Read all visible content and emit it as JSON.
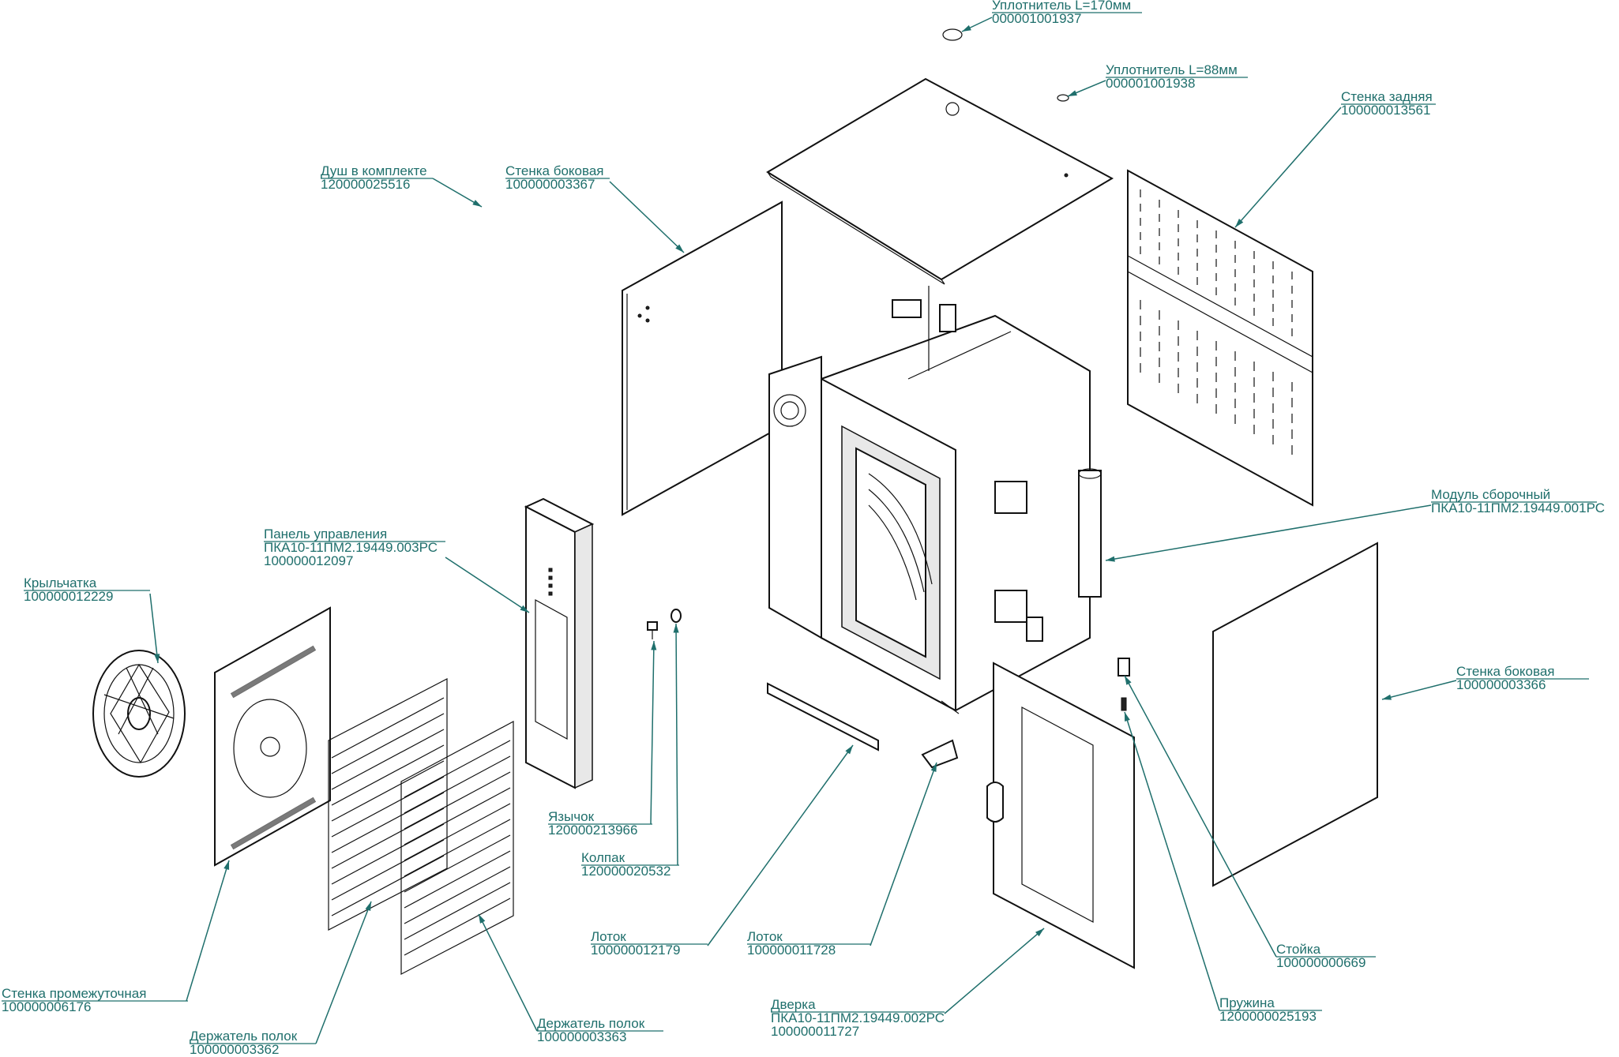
{
  "callouts": [
    {
      "id": "seal-170",
      "lines": [
        "Уплотнитель L=170мм",
        "000001001937"
      ]
    },
    {
      "id": "seal-88",
      "lines": [
        "Уплотнитель L=88мм",
        "000001001938"
      ]
    },
    {
      "id": "wall-back",
      "lines": [
        "Стенка задняя",
        "100000013561"
      ]
    },
    {
      "id": "shower",
      "lines": [
        "Душ в комплекте",
        "120000025516"
      ]
    },
    {
      "id": "wall-side-left",
      "lines": [
        "Стенка боковая",
        "100000003367"
      ]
    },
    {
      "id": "assembly-module",
      "lines": [
        "Модуль сборочный",
        "ПКА10-11ПМ2.19449.001РС"
      ]
    },
    {
      "id": "control-panel",
      "lines": [
        "Панель управления",
        "ПКА10-11ПМ2.19449.003РС",
        "100000012097"
      ]
    },
    {
      "id": "impeller",
      "lines": [
        "Крыльчатка",
        "100000012229"
      ]
    },
    {
      "id": "wall-side-right",
      "lines": [
        "Стенка боковая",
        "100000003366"
      ]
    },
    {
      "id": "tongue",
      "lines": [
        "Язычок",
        "120000213966"
      ]
    },
    {
      "id": "cap",
      "lines": [
        "Колпак",
        "120000020532"
      ]
    },
    {
      "id": "tray-1",
      "lines": [
        "Лоток",
        "100000012179"
      ]
    },
    {
      "id": "tray-2",
      "lines": [
        "Лоток",
        "100000011728"
      ]
    },
    {
      "id": "rack",
      "lines": [
        "Стойка",
        "100000000669"
      ]
    },
    {
      "id": "wall-intermediate",
      "lines": [
        "Стенка промежуточная",
        "100000006176"
      ]
    },
    {
      "id": "door",
      "lines": [
        "Дверка",
        "ПКА10-11ПМ2.19449.002РС",
        "100000011727"
      ]
    },
    {
      "id": "spring",
      "lines": [
        "Пружина",
        "1200000025193"
      ]
    },
    {
      "id": "shelf-holder-1",
      "lines": [
        "Держатель полок",
        "100000003362"
      ]
    },
    {
      "id": "shelf-holder-2",
      "lines": [
        "Держатель полок",
        "100000003363"
      ]
    }
  ],
  "colors": {
    "label": "#1f6f6c",
    "line": "#111111"
  }
}
